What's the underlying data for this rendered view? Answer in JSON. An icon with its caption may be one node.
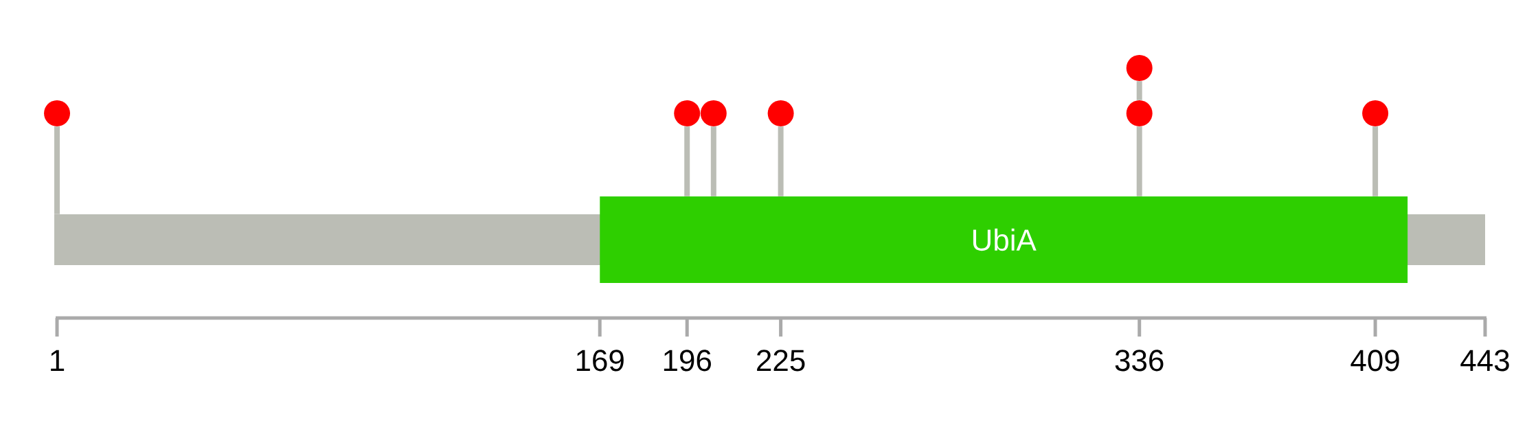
{
  "diagram": {
    "nodes": [
      {
        "text": [],
        "shape": "bar"
      },
      {
        "text": [
          "UbiA"
        ]
      },
      {
        "text": [],
        "shape": "circle"
      },
      {
        "text": [],
        "shape": "circle"
      },
      {
        "text": [],
        "shape": "circle"
      },
      {
        "text": [],
        "shape": "circle"
      },
      {
        "text": [],
        "shape": "circle"
      },
      {
        "text": [],
        "shape": "circle"
      },
      {
        "text": [],
        "shape": "circle"
      }
    ],
    "edges": [
      {
        "from": 2,
        "to": 0,
        "arrow": "none"
      },
      {
        "from": 3,
        "to": 1,
        "arrow": "none"
      },
      {
        "from": 4,
        "to": 1,
        "arrow": "none"
      },
      {
        "from": 5,
        "to": 1,
        "arrow": "none"
      },
      {
        "from": 7,
        "to": 6,
        "arrow": "none"
      },
      {
        "from": 6,
        "to": 1,
        "arrow": "none"
      },
      {
        "from": 8,
        "to": 1,
        "arrow": "none"
      }
    ],
    "labels": [
      "1",
      "169",
      "196",
      "225",
      "336",
      "409",
      "443"
    ]
  }
}
